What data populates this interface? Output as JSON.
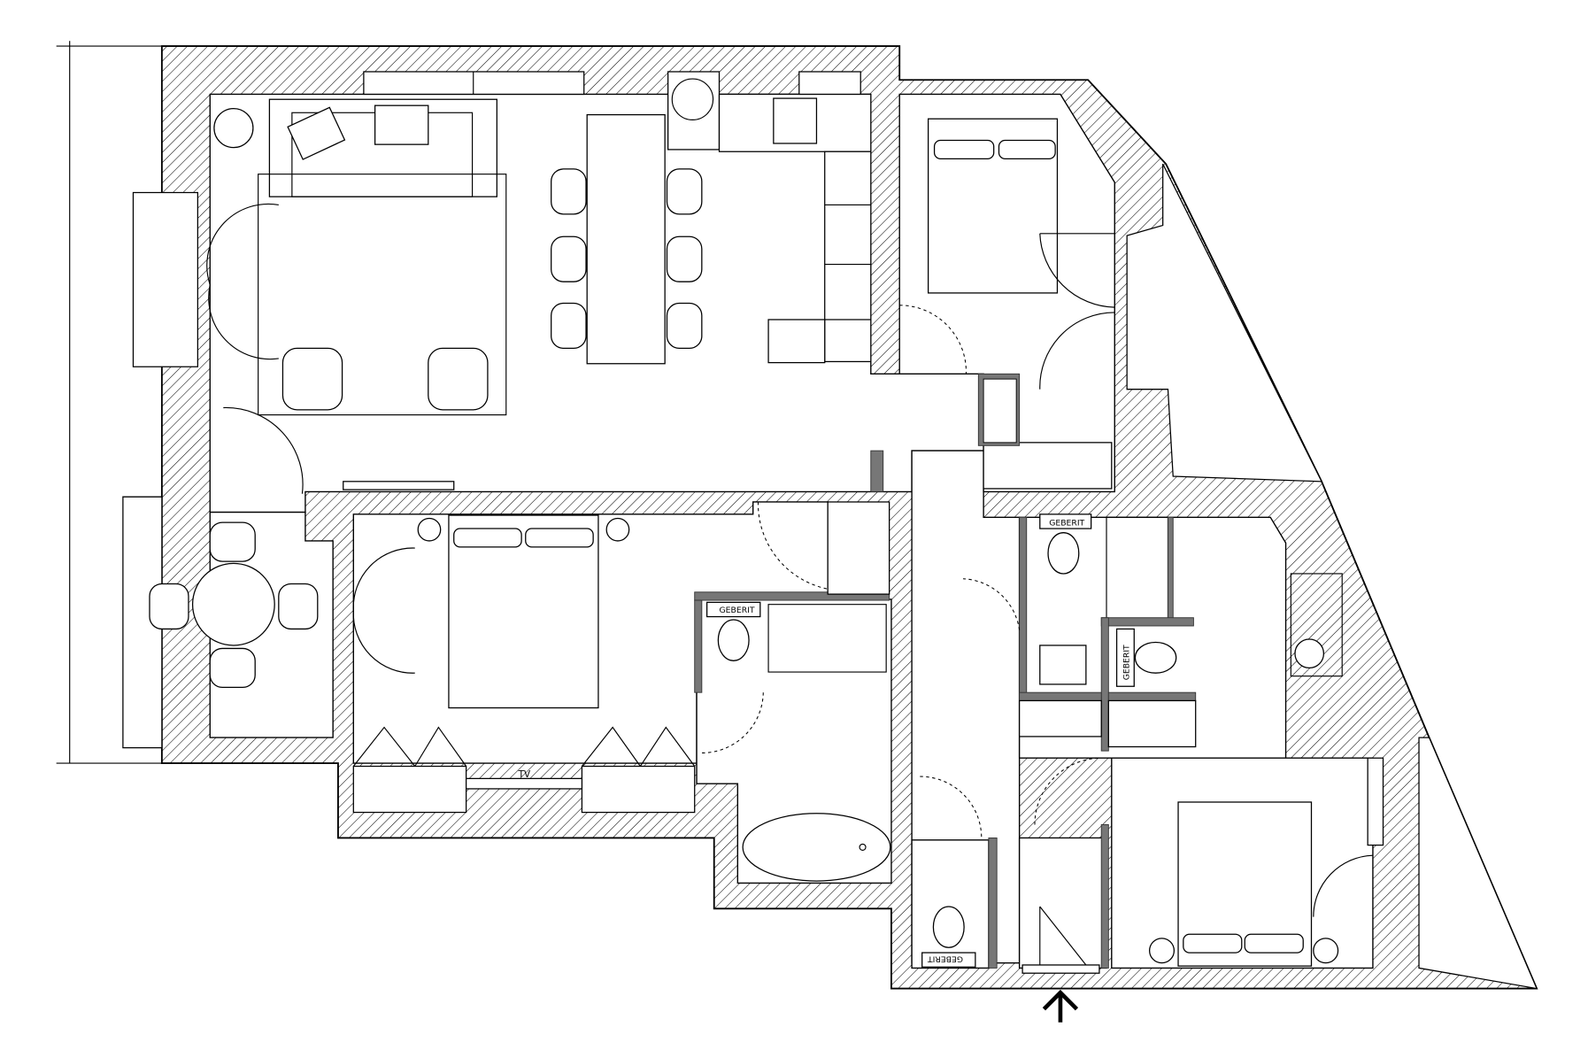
{
  "plan": {
    "labels": {
      "toilet_bedroom1": "GEBERIT",
      "toilet_bath_top": "GEBERIT",
      "toilet_bath_side": "GEBERIT",
      "toilet_wc": "GEBERIT",
      "tv": "TV"
    },
    "entrance_arrow": "arrow-up-icon",
    "colors": {
      "line": "#000000",
      "wall_fill": "#ffffff",
      "fixture_gray": "#777777"
    }
  }
}
